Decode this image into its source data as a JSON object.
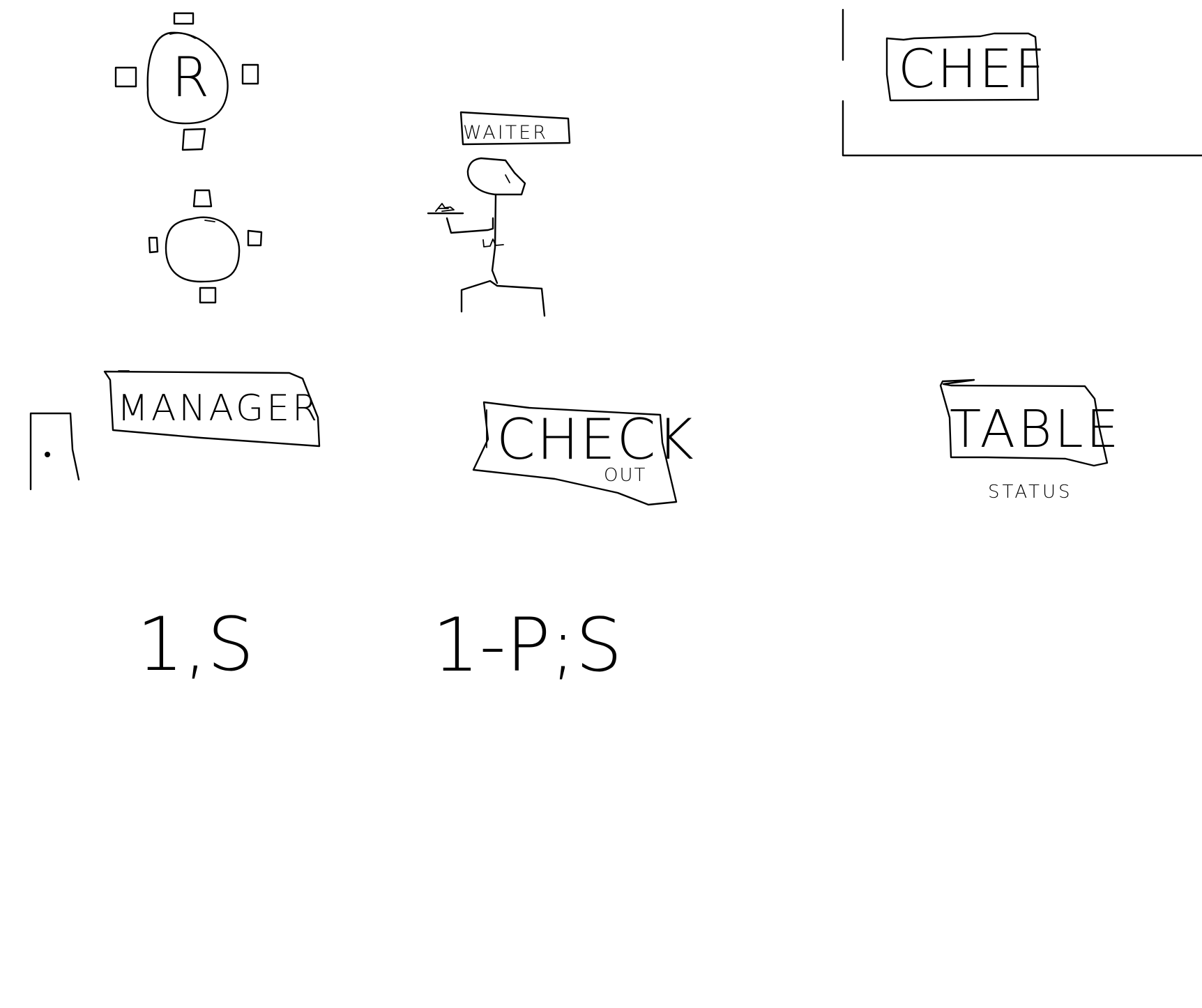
{
  "labels": {
    "reservation_table": "R",
    "waiter": "WAITER",
    "chef": "CHEF",
    "manager": "MANAGER",
    "checkout_main": "CHECK",
    "checkout_sub": "OUT",
    "table_main": "TABLE",
    "table_sub": "STATUS",
    "note_left": "1,S",
    "note_right": "1-P;S"
  },
  "icons": {
    "table_reserved": "round-table-four-chairs-icon",
    "table_free": "round-table-four-chairs-icon",
    "waiter_figure": "stick-figure-waiter-icon",
    "door": "door-icon",
    "kitchen": "kitchen-corner-icon"
  },
  "colors": {
    "ink": "#000000",
    "background": "#ffffff"
  }
}
